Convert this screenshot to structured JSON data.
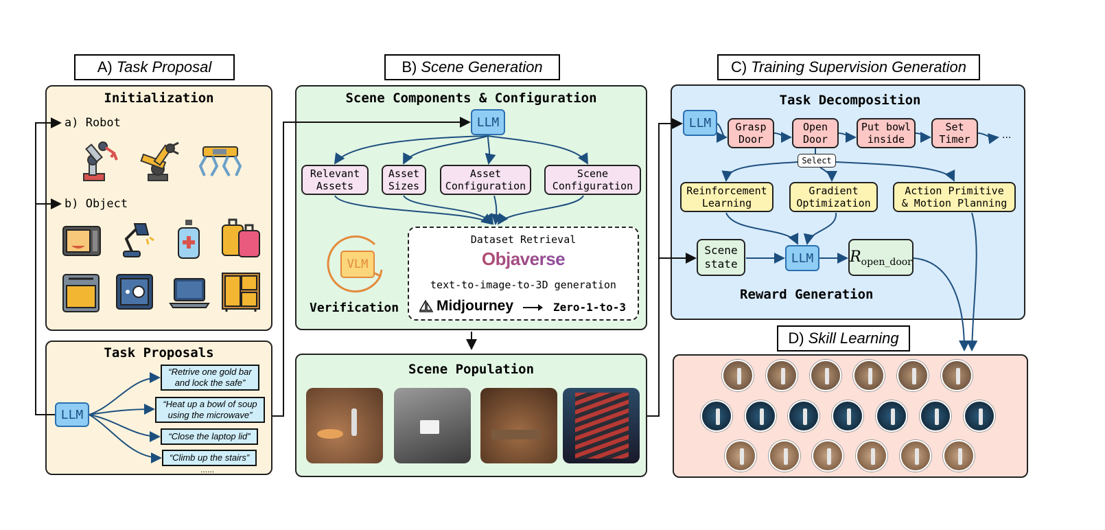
{
  "sections": {
    "a": {
      "prefix": "A)",
      "name": "Task Proposal"
    },
    "b": {
      "prefix": "B)",
      "name": "Scene Generation"
    },
    "c": {
      "prefix": "C)",
      "name": "Training Supervision Generation"
    },
    "d": {
      "prefix": "D)",
      "name": "Skill Learning"
    }
  },
  "task_proposal": {
    "init_title": "Initialization",
    "robot_label": "a) Robot",
    "object_label": "b) Object",
    "robot_icons": [
      "robot-arm-icon",
      "industrial-arm-icon",
      "quadruped-robot-icon"
    ],
    "object_icons": [
      "microwave-icon",
      "desk-lamp-icon",
      "soap-dispenser-icon",
      "suitcase-icon",
      "dishwasher-icon",
      "safe-icon",
      "laptop-icon",
      "cabinet-icon"
    ],
    "proposals_title": "Task Proposals",
    "llm": "LLM",
    "proposals": [
      "“Retrive one gold bar\nand lock the safe”",
      "“Heat up a bowl of soup\nusing the microwave”",
      "“Close the laptop lid”",
      "“Climb up the stairs”"
    ],
    "ellipsis": "......"
  },
  "scene_generation": {
    "components_title": "Scene Components & Configuration",
    "llm": "LLM",
    "components": [
      "Relevant\nAssets",
      "Asset\nSizes",
      "Asset\nConfiguration",
      "Scene\nConfiguration"
    ],
    "vlm": "VLM",
    "verification": "Verification",
    "retrieval_title": "Dataset Retrieval",
    "objaverse": "Objaverse",
    "gen_text": "text-to-image-to-3D generation",
    "midjourney": "Midjourney",
    "zero123": "Zero-1-to-3",
    "population_title": "Scene Population"
  },
  "supervision": {
    "decomp_title": "Task Decomposition",
    "llm": "LLM",
    "subtasks": [
      "Grasp\nDoor",
      "Open\nDoor",
      "Put bowl\ninside",
      "Set\nTimer"
    ],
    "more": "...",
    "select": "Select",
    "methods": [
      "Reinforcement\nLearning",
      "Gradient\nOptimization",
      "Action Primitive\n& Motion Planning"
    ],
    "scene_state": "Scene\nstate",
    "llm2": "LLM",
    "reward_r": "R",
    "reward_sub": "open_door",
    "reward_title": "Reward Generation"
  },
  "colors": {
    "arrow": "#1d4f7e",
    "objaverse_start": "#d44a4a",
    "objaverse_end": "#6a4fc4",
    "vlm_ring": "#e38a3a"
  }
}
